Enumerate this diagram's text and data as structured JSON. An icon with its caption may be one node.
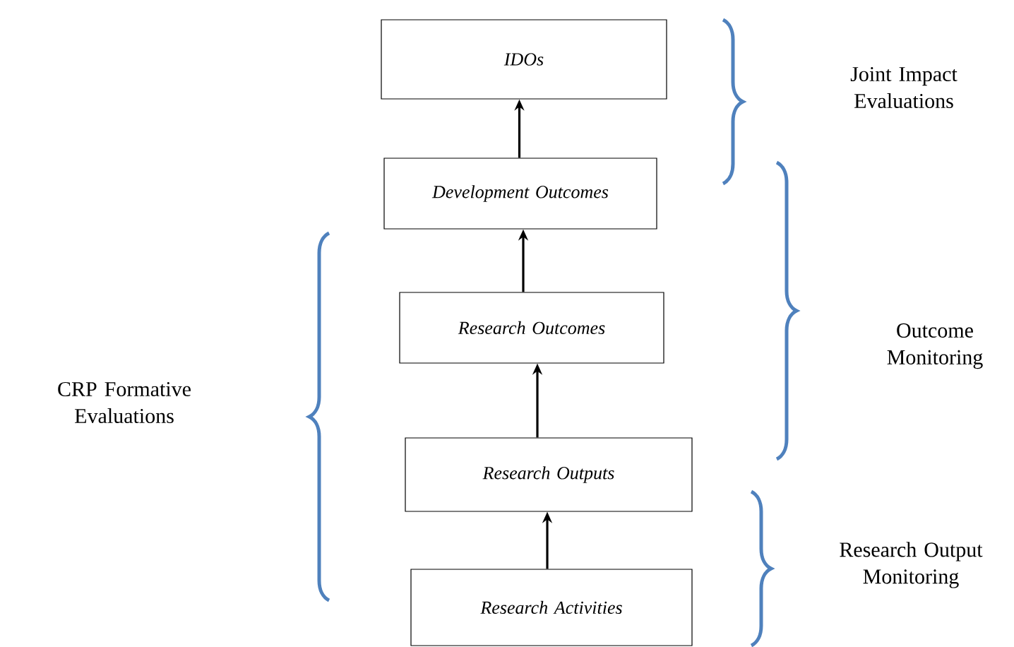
{
  "diagram": {
    "nodes": [
      {
        "text": [
          "IDOs"
        ]
      },
      {
        "text": [
          "Development Outcomes"
        ]
      },
      {
        "text": [
          "Research Outcomes"
        ]
      },
      {
        "text": [
          "Research Outputs"
        ]
      },
      {
        "text": [
          "Research Activities"
        ]
      }
    ],
    "edges": [
      {
        "from": 1,
        "to": 0,
        "arrow": "to"
      },
      {
        "from": 2,
        "to": 1,
        "arrow": "to"
      },
      {
        "from": 3,
        "to": 2,
        "arrow": "to"
      },
      {
        "from": 4,
        "to": 3,
        "arrow": "to"
      }
    ],
    "labels": [
      "Joint Impact Evaluations",
      "Outcome Monitoring",
      "CRP Formative Evaluations",
      "Research Output Monitoring"
    ]
  }
}
